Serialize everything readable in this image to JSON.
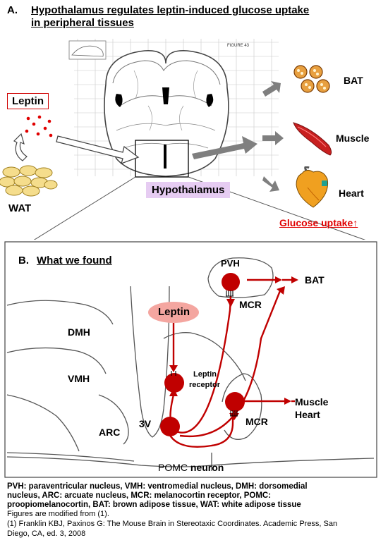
{
  "panel_a": {
    "label": "A.",
    "title_line1": "Hypothalamus regulates leptin-induced glucose uptake",
    "title_line2": "in peripheral tissues",
    "leptin": "Leptin",
    "wat": "WAT",
    "hypothalamus": "Hypothalamus",
    "bat": "BAT",
    "muscle": "Muscle",
    "heart": "Heart",
    "glucose_uptake": "Glucose uptake↑",
    "figure_ref": "FIGURE 43"
  },
  "panel_b": {
    "label": "B.",
    "title": "What we found",
    "pvh": "PVH",
    "bat": "BAT",
    "leptin": "Leptin",
    "mcr_top": "MCR",
    "dmh": "DMH",
    "vmh": "VMH",
    "leptin_receptor_1": "Leptin",
    "leptin_receptor_2": "receptor",
    "arc": "ARC",
    "third_ventricle": "3V",
    "muscle": "Muscle",
    "heart": "Heart",
    "mcr_bottom": "MCR",
    "pomc_1": "POMC",
    "pomc_2": "neuron"
  },
  "caption": {
    "line1": "PVH: paraventricular nucleus, VMH: ventromedial nucleus, DMH: dorsomedial",
    "line2": "nucleus, ARC: arcuate nucleus, MCR: melanocortin receptor, POMC:",
    "line3": "proopiomelanocortin, BAT: brown adipose tissue, WAT: white adipose tissue",
    "line4": "Figures are modified from (1).",
    "line5": "(1) Franklin KBJ, Paxinos G: The Mouse Brain in Stereotaxic Coordinates. Academic Press, San",
    "line6": "Diego, CA, ed. 3, 2008"
  },
  "colors": {
    "neuron": "#c00000",
    "leptin_pill": "#f4a6a0",
    "hypothalamus_bg": "#e6ccf2",
    "arrow_gray": "#7f7f7f",
    "glucose_text": "#e00000"
  }
}
